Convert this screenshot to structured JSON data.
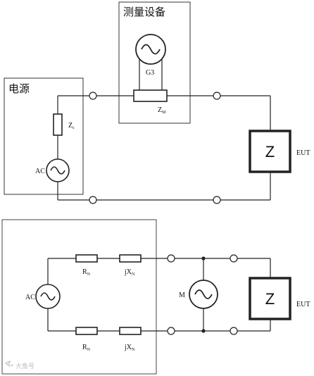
{
  "top": {
    "source_box": {
      "title": "电源"
    },
    "meter_box": {
      "title": "测量设备",
      "generator_label": "G3"
    },
    "source": {
      "label": "AC"
    },
    "source_impedance": {
      "label": "Z",
      "sub": "s"
    },
    "meter_impedance": {
      "label": "Z",
      "sub": "M"
    },
    "eut": {
      "box_label": "Z",
      "label": "EUT"
    }
  },
  "bottom": {
    "source": {
      "label": "AC"
    },
    "upper_resistor": {
      "label": "R",
      "sub": "N"
    },
    "upper_reactance": {
      "label": "jX",
      "sub": "N"
    },
    "lower_resistor": {
      "label": "R",
      "sub": "N"
    },
    "lower_reactance": {
      "label": "jX",
      "sub": "N"
    },
    "meter": {
      "label": "M"
    },
    "eut": {
      "box_label": "Z",
      "label": "EUT"
    }
  },
  "watermark": {
    "text": "大鱼号"
  }
}
